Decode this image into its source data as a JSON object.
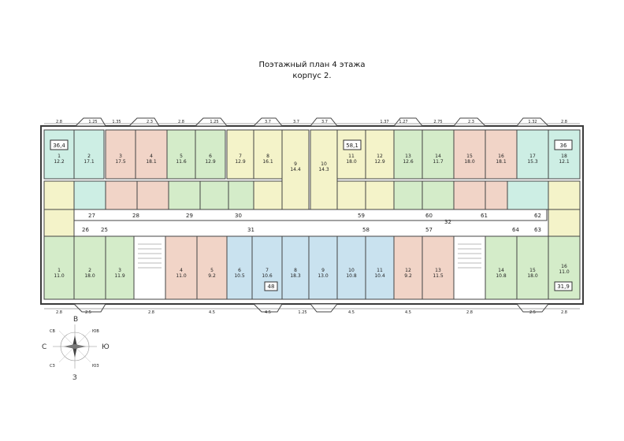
{
  "title_line1": "Поэтажный план 4 этажа",
  "title_line2": "корпус 2.",
  "colors": {
    "wall": "#3a3a3a",
    "corridor": "#ffffff",
    "teal": "#cdeee4",
    "peach": "#f1d4c7",
    "green": "#d4ecc9",
    "yellow": "#f4f3c9",
    "blue": "#c9e2ef",
    "pink": "#f2d2d8",
    "lavender": "#dcd6ec"
  },
  "labels": {
    "a_364": "36,4",
    "a_581": "58,1",
    "a_36": "36",
    "a_48": "48",
    "a_319": "31,9"
  },
  "corridor_numbers": [
    "27",
    "28",
    "29",
    "30",
    "31",
    "59",
    "60",
    "61",
    "62",
    "26",
    "25",
    "58",
    "57",
    "64",
    "63",
    "32"
  ],
  "compass": {
    "north": "С",
    "south": "Ю",
    "east": "В",
    "west": "З",
    "ne": "СВ",
    "nw": "СЗ",
    "se": "ЮВ",
    "sw": "ЮЗ"
  },
  "rooms_top": [
    {
      "n": "1",
      "a": "12.2"
    },
    {
      "n": "2",
      "a": "17.1"
    },
    {
      "n": "3",
      "a": "17.5"
    },
    {
      "n": "4",
      "a": "18.1"
    },
    {
      "n": "5",
      "a": "11.6"
    },
    {
      "n": "6",
      "a": "12.9"
    },
    {
      "n": "7",
      "a": "12.9"
    },
    {
      "n": "8",
      "a": "16.1"
    },
    {
      "n": "9",
      "a": "14.4"
    },
    {
      "n": "10",
      "a": "14.3"
    },
    {
      "n": "11",
      "a": "18.0"
    },
    {
      "n": "12",
      "a": "12.9"
    },
    {
      "n": "13",
      "a": "12.6"
    },
    {
      "n": "14",
      "a": "11.7"
    },
    {
      "n": "15",
      "a": "18.0"
    },
    {
      "n": "16",
      "a": "18.1"
    },
    {
      "n": "17",
      "a": "15.3"
    },
    {
      "n": "18",
      "a": "12.1"
    }
  ],
  "rooms_bottom": [
    {
      "n": "1",
      "a": "11.0"
    },
    {
      "n": "2",
      "a": "18.0"
    },
    {
      "n": "3",
      "a": "11.9"
    },
    {
      "n": "4",
      "a": "11.0"
    },
    {
      "n": "5",
      "a": "9.2"
    },
    {
      "n": "6",
      "a": "10.5"
    },
    {
      "n": "7",
      "a": "10.6"
    },
    {
      "n": "8",
      "a": "18.3"
    },
    {
      "n": "9",
      "a": "13.0"
    },
    {
      "n": "10",
      "a": "10.8"
    },
    {
      "n": "11",
      "a": "10.4"
    },
    {
      "n": "12",
      "a": "9.2"
    },
    {
      "n": "13",
      "a": "11.5"
    },
    {
      "n": "14",
      "a": "10.8"
    },
    {
      "n": "15",
      "a": "18.0"
    },
    {
      "n": "16",
      "a": "11.0"
    }
  ],
  "dims_top": [
    "2.8",
    "1.25",
    "1.35",
    "2.3",
    "2.8",
    "1.25",
    "3.7",
    "3.7",
    "3.7",
    "1.37",
    "1.27",
    "2.75",
    "2.3",
    "1.32",
    "2.8"
  ],
  "dims_bottom": [
    "2.8",
    "2.5",
    "2.8",
    "4.5",
    "4.5",
    "1.25",
    "4.5",
    "4.5",
    "2.8",
    "2.5",
    "2.8"
  ]
}
